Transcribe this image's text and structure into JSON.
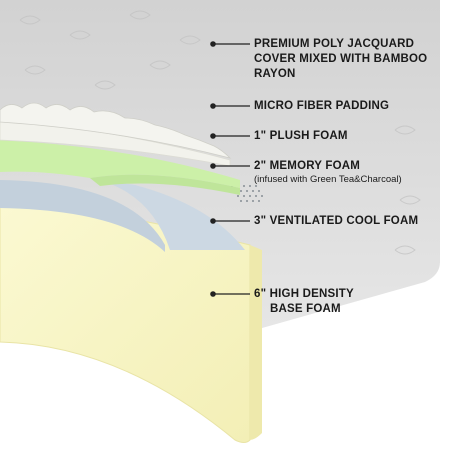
{
  "layers": [
    {
      "id": "cover",
      "lines": [
        "PREMIUM POLY JACQUARD",
        "COVER MIXED WITH BAMBOO",
        "RAYON"
      ]
    },
    {
      "id": "padding",
      "lines": [
        "MICRO FIBER PADDING"
      ]
    },
    {
      "id": "plush",
      "lines": [
        "1\" PLUSH FOAM"
      ]
    },
    {
      "id": "memory",
      "lines": [
        "2\" MEMORY FOAM"
      ],
      "note": "(infused with Green Tea&Charcoal)"
    },
    {
      "id": "cool",
      "lines": [
        "3\" VENTILATED COOL FOAM"
      ]
    },
    {
      "id": "base",
      "lines": [
        "6\" HIGH DENSITY",
        "BASE FOAM"
      ]
    }
  ],
  "colors": {
    "cover": "#d9d9d9",
    "plush": "#f2f2ec",
    "memory": "#ccf0a8",
    "cool": "#c3d0dc",
    "base": "#f9f6c4",
    "leader": "#222222"
  }
}
